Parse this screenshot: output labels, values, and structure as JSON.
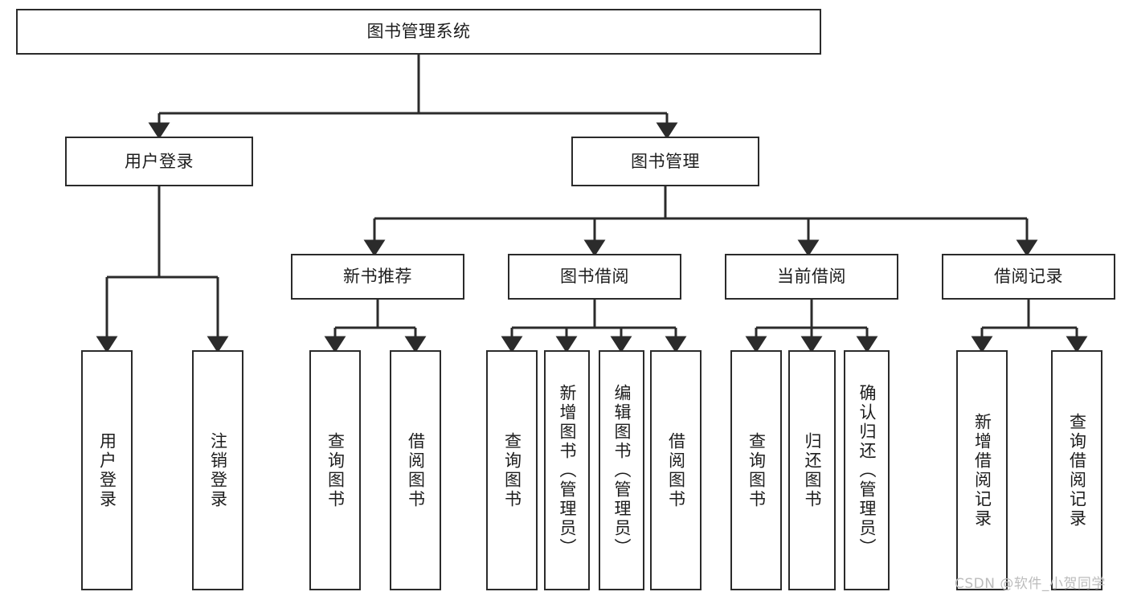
{
  "diagram": {
    "type": "tree",
    "title": "图书管理系统",
    "root": {
      "id": "root",
      "label": "图书管理系统"
    },
    "level2": [
      {
        "id": "user-login",
        "label": "用户登录"
      },
      {
        "id": "book-manage",
        "label": "图书管理"
      }
    ],
    "level3": [
      {
        "id": "new-book-recommend",
        "label": "新书推荐",
        "parent": "book-manage"
      },
      {
        "id": "book-borrow",
        "label": "图书借阅",
        "parent": "book-manage"
      },
      {
        "id": "current-borrow",
        "label": "当前借阅",
        "parent": "book-manage"
      },
      {
        "id": "borrow-record",
        "label": "借阅记录",
        "parent": "book-manage"
      }
    ],
    "leaves": [
      {
        "id": "leaf-user-login",
        "label": "用户登录",
        "parent": "user-login"
      },
      {
        "id": "leaf-logout-login",
        "label": "注销登录",
        "parent": "user-login"
      },
      {
        "id": "leaf-query-book-1",
        "label": "查询图书",
        "parent": "new-book-recommend"
      },
      {
        "id": "leaf-borrow-book-1",
        "label": "借阅图书",
        "parent": "new-book-recommend"
      },
      {
        "id": "leaf-query-book-2",
        "label": "查询图书",
        "parent": "book-borrow"
      },
      {
        "id": "leaf-add-book",
        "label": "新增图书（管理员）",
        "parent": "book-borrow"
      },
      {
        "id": "leaf-edit-book",
        "label": "编辑图书（管理员）",
        "parent": "book-borrow"
      },
      {
        "id": "leaf-borrow-book-2",
        "label": "借阅图书",
        "parent": "book-borrow"
      },
      {
        "id": "leaf-query-book-3",
        "label": "查询图书",
        "parent": "current-borrow"
      },
      {
        "id": "leaf-return-book",
        "label": "归还图书",
        "parent": "current-borrow"
      },
      {
        "id": "leaf-confirm-return",
        "label": "确认归还（管理员）",
        "parent": "current-borrow"
      },
      {
        "id": "leaf-add-record",
        "label": "新增借阅记录",
        "parent": "borrow-record"
      },
      {
        "id": "leaf-query-record",
        "label": "查询借阅记录",
        "parent": "borrow-record"
      }
    ]
  },
  "watermark": {
    "text": "CSDN @软件_小贺同学"
  },
  "colors": {
    "stroke": "#2b2b2b",
    "text": "#1d1d1d",
    "background": "#ffffff",
    "watermark": "#bcbcbc"
  }
}
